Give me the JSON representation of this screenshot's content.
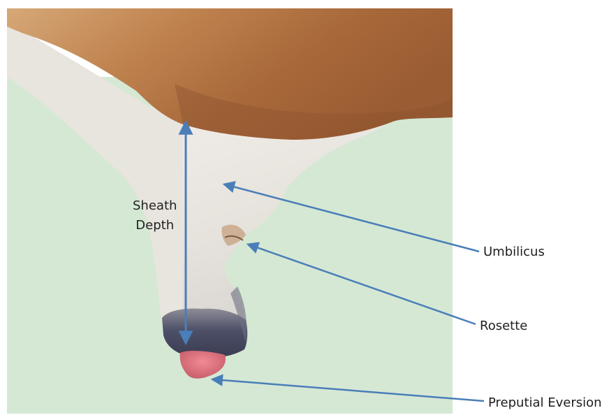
{
  "figure": {
    "background_color": "#d5e8d4",
    "coat_color": "#b87a45",
    "belly_color": "#ece8e2",
    "tip_color": "#4a4d63",
    "mucosa_color": "#e07883",
    "arrow_color": "#4a7eb8"
  },
  "labels": {
    "sheath_depth_line1": "Sheath",
    "sheath_depth_line2": "Depth",
    "umbilicus": "Umbilicus",
    "rosette": "Rosette",
    "preputial_eversion": "Preputial Eversion"
  }
}
